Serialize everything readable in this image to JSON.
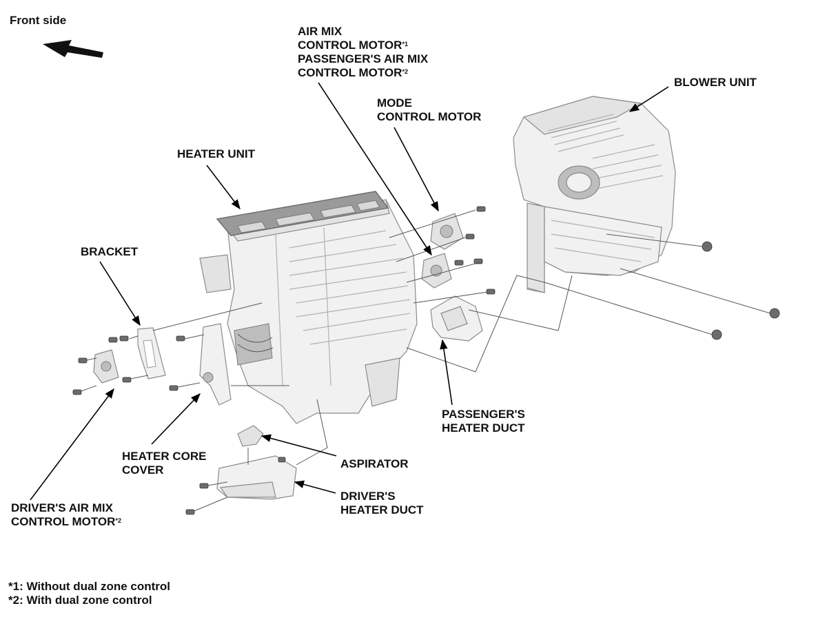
{
  "orientation": {
    "label": "Front side",
    "arrow_icon": "arrow-left-icon"
  },
  "labels": {
    "air_mix": {
      "line1": "AIR MIX",
      "line2": "CONTROL MOTOR",
      "sup1": "*1",
      "line3": "PASSENGER'S AIR MIX",
      "line4": "CONTROL MOTOR",
      "sup2": "*2"
    },
    "mode_motor": {
      "line1": "MODE",
      "line2": "CONTROL MOTOR"
    },
    "blower_unit": "BLOWER UNIT",
    "heater_unit": "HEATER UNIT",
    "bracket": "BRACKET",
    "passenger_duct": {
      "line1": "PASSENGER'S",
      "line2": "HEATER DUCT"
    },
    "aspirator": "ASPIRATOR",
    "heater_core_cover": {
      "line1": "HEATER CORE",
      "line2": "COVER"
    },
    "driver_duct": {
      "line1": "DRIVER'S",
      "line2": "HEATER DUCT"
    },
    "driver_motor": {
      "line1": "DRIVER'S AIR MIX",
      "line2": "CONTROL MOTOR",
      "sup": "*2"
    }
  },
  "footnotes": [
    "*1: Without dual zone control",
    "*2: With dual zone control"
  ]
}
